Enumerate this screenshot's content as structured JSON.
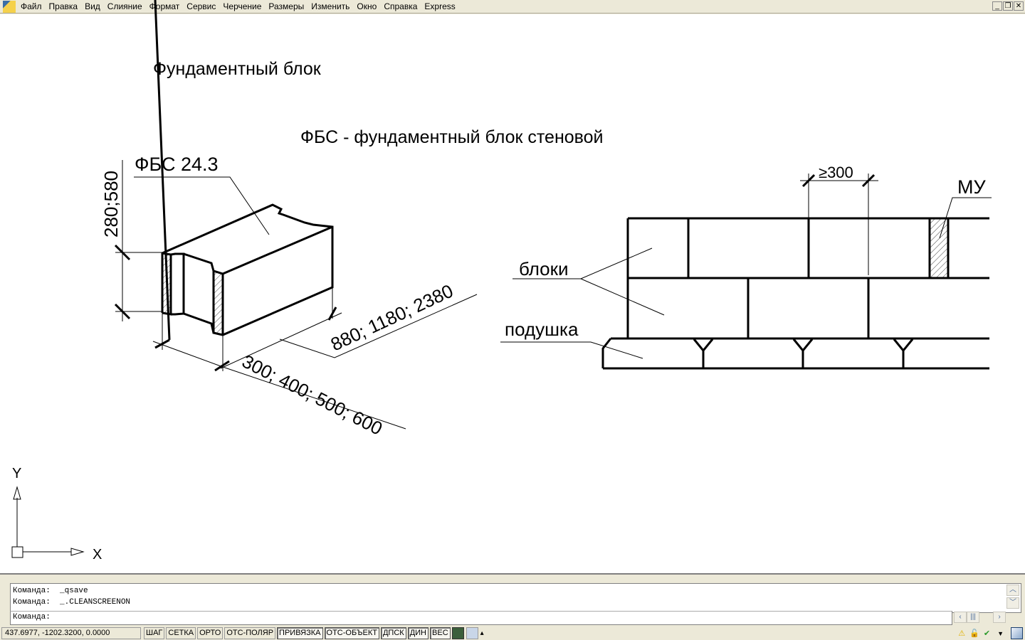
{
  "menu": [
    "Файл",
    "Правка",
    "Вид",
    "Слияние",
    "Формат",
    "Сервис",
    "Черчение",
    "Размеры",
    "Изменить",
    "Окно",
    "Справка",
    "Express"
  ],
  "drawing": {
    "title": "Фундаментный блок",
    "subtitle": "ФБС - фундаментный блок стеновой",
    "block_label": "ФБС 24.3",
    "height_dim": "280;580",
    "length_dim": "880; 1180; 2380",
    "width_dim": "300; 400; 500; 600",
    "overlap_dim": "≥300",
    "mu_label": "МУ",
    "blocks_label": "блоки",
    "cushion_label": "подушка",
    "ucs_x": "X",
    "ucs_y": "Y"
  },
  "command": {
    "history": [
      "Команда:  _qsave",
      "Команда:  _.CLEANSCREENON"
    ],
    "prompt": "Команда:"
  },
  "status": {
    "coords": "437.6977, -1202.3200, 0.0000",
    "toggles": [
      {
        "label": "ШАГ",
        "on": false
      },
      {
        "label": "СЕТКА",
        "on": false
      },
      {
        "label": "ОРТО",
        "on": false
      },
      {
        "label": "ОТС-ПОЛЯР",
        "on": false
      },
      {
        "label": "ПРИВЯЗКА",
        "on": true
      },
      {
        "label": "ОТС-ОБЪЕКТ",
        "on": true
      },
      {
        "label": "ДПСК",
        "on": true
      },
      {
        "label": "ДИН",
        "on": true
      },
      {
        "label": "ВЕС",
        "on": true
      }
    ]
  }
}
